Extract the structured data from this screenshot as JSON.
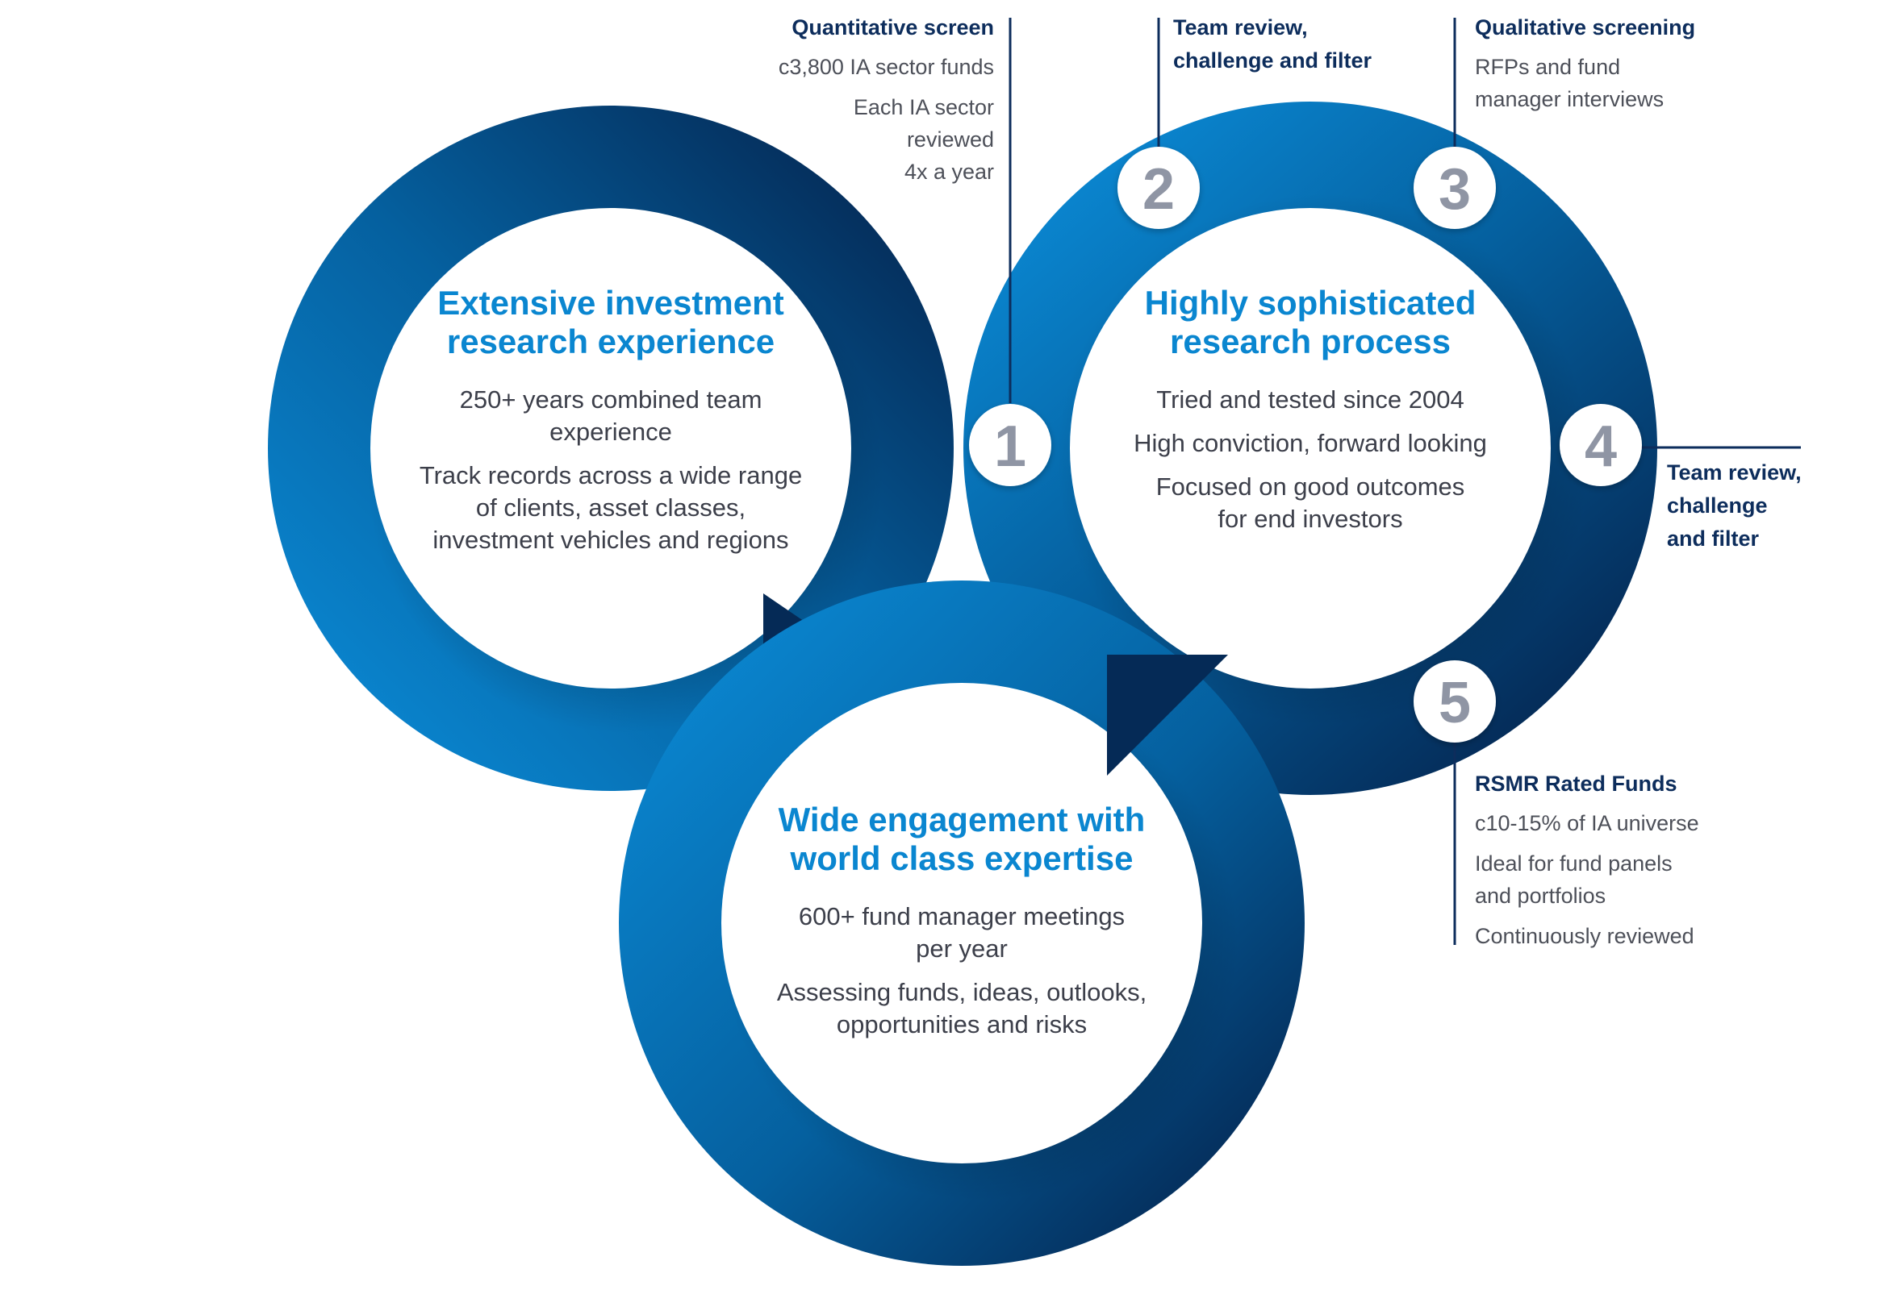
{
  "colors": {
    "light_blue": "#0a86d0",
    "mid_blue": "#05609f",
    "dark_navy": "#052a56",
    "heading_navy": "#0d2d5c",
    "number_grey": "#8f95a4",
    "body_text": "#3c3f4a"
  },
  "circles": {
    "experience": {
      "title_line1": "Extensive investment",
      "title_line2": "research experience",
      "point1_line1": "250+ years combined team",
      "point1_line2": "experience",
      "point2_line1": "Track records across a wide range",
      "point2_line2": "of clients, asset classes,",
      "point2_line3": "investment vehicles and regions"
    },
    "process": {
      "title_line1": "Highly sophisticated",
      "title_line2": "research process",
      "point1": "Tried and tested since 2004",
      "point2": "High conviction, forward looking",
      "point3_line1": "Focused on good outcomes",
      "point3_line2": "for end investors"
    },
    "engagement": {
      "title_line1": "Wide engagement with",
      "title_line2": "world class expertise",
      "point1_line1": "600+ fund manager meetings",
      "point1_line2": "per year",
      "point2_line1": "Assessing funds, ideas, outlooks,",
      "point2_line2": "opportunities and risks"
    }
  },
  "steps": [
    {
      "number": "1"
    },
    {
      "number": "2"
    },
    {
      "number": "3"
    },
    {
      "number": "4"
    },
    {
      "number": "5"
    }
  ],
  "callouts": {
    "step1": {
      "title": "Quantitative screen",
      "line1": "c3,800 IA sector funds",
      "line2a": "Each IA sector",
      "line2b": "reviewed",
      "line2c": "4x a year"
    },
    "step2": {
      "title_line1": "Team review,",
      "title_line2": "challenge and filter"
    },
    "step3": {
      "title": "Qualitative screening",
      "line1a": "RFPs and fund",
      "line1b": "manager interviews"
    },
    "step4": {
      "title_line1": "Team review,",
      "title_line2": "challenge",
      "title_line3": "and filter"
    },
    "step5": {
      "title": "RSMR Rated Funds",
      "line1": "c10-15% of IA universe",
      "line2a": "Ideal for fund panels",
      "line2b": "and portfolios",
      "line3": "Continuously reviewed"
    }
  }
}
